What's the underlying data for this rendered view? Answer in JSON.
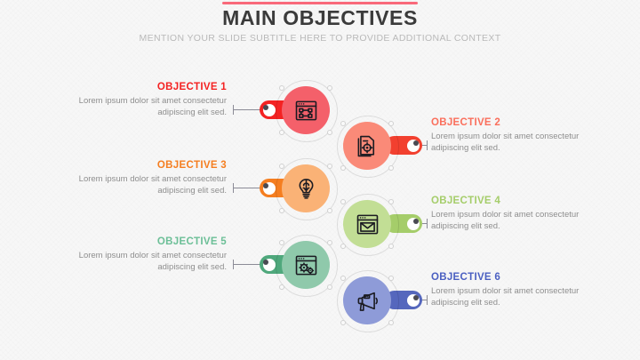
{
  "slide": {
    "title": "MAIN OBJECTIVES",
    "subtitle": "MENTION YOUR SLIDE SUBTITLE HERE TO PROVIDE ADDITIONAL CONTEXT",
    "accent_rule_color": "#f9697a",
    "background_color": "#f7f7f7",
    "title_color": "#3b3b3b",
    "subtitle_color": "#b9b9b9",
    "body_text_color": "#8e8e8e"
  },
  "objectives": [
    {
      "title": "OBJECTIVE 1",
      "description": "Lorem ipsum dolor sit amet consectetur adipiscing elit sed.",
      "color": "#f42222",
      "disc_color": "#f4606a",
      "title_color": "#f42222",
      "icon": "browser-flowchart-icon",
      "side": "left"
    },
    {
      "title": "OBJECTIVE 2",
      "description": "Lorem ipsum dolor sit amet consectetur adipiscing elit sed.",
      "color": "#f2402f",
      "disc_color": "#fa8a78",
      "title_color": "#fa6f5c",
      "icon": "document-target-icon",
      "side": "right"
    },
    {
      "title": "OBJECTIVE 3",
      "description": "Lorem ipsum dolor sit amet consectetur adipiscing elit sed.",
      "color": "#f57e20",
      "disc_color": "#fab276",
      "title_color": "#f57e20",
      "icon": "brain-lightbulb-icon",
      "side": "left"
    },
    {
      "title": "OBJECTIVE 4",
      "description": "Lorem ipsum dolor sit amet consectetur adipiscing elit sed.",
      "color": "#a5cd6a",
      "disc_color": "#c2de95",
      "title_color": "#a5cd6a",
      "icon": "browser-envelope-icon",
      "side": "right"
    },
    {
      "title": "OBJECTIVE 5",
      "description": "Lorem ipsum dolor sit amet consectetur adipiscing elit sed.",
      "color": "#4fa87c",
      "disc_color": "#8fc9ab",
      "title_color": "#6cbf97",
      "icon": "browser-gears-icon",
      "side": "left"
    },
    {
      "title": "OBJECTIVE 6",
      "description": "Lorem ipsum dolor sit amet consectetur adipiscing elit sed.",
      "color": "#5567bd",
      "disc_color": "#8e9bd8",
      "title_color": "#4a5fc1",
      "icon": "megaphone-icon",
      "side": "right"
    }
  ]
}
